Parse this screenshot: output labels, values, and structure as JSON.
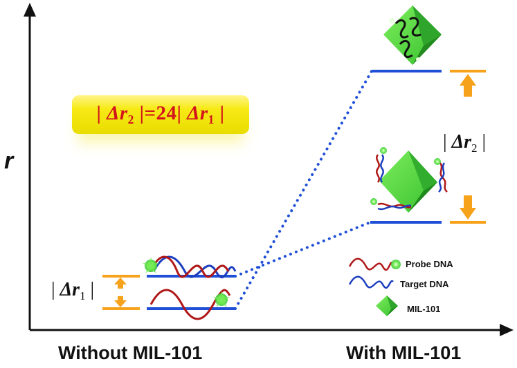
{
  "diagram": {
    "y_axis_label": "r",
    "left_group_label": "Without MIL-101",
    "right_group_label": "With MIL-101",
    "formula": {
      "pipe": "|",
      "delta_symbol": "Δr",
      "sub2": "2",
      "sub1": "1",
      "equals_text": "=24"
    },
    "delta_r1": {
      "symbol": "Δr",
      "sub": "1"
    },
    "delta_r2": {
      "symbol": "Δr",
      "sub": "2"
    },
    "legend": [
      {
        "label": "Probe DNA"
      },
      {
        "label": "Target DNA"
      },
      {
        "label": "MIL-101"
      }
    ],
    "colors": {
      "level_line": "#1f4fd6",
      "arrow_orange": "#f6a21a",
      "probe_dna": "#b01818",
      "target_dna": "#1d3fbf",
      "fluorophore": "#4fe03b",
      "mil101": "#3ac43a",
      "formula_text": "#d2151b",
      "formula_bg": "#f7ea16"
    }
  }
}
